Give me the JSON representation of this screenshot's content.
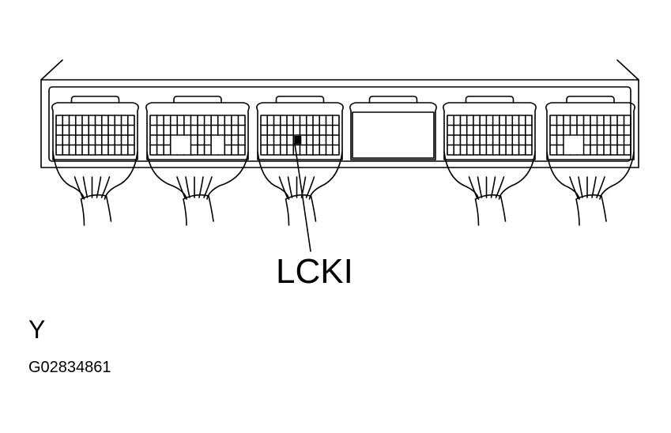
{
  "diagram": {
    "callout_label": "LCKI",
    "view_letter": "Y",
    "figure_code": "G02834861",
    "connectors": [
      {
        "id": "c1",
        "pins": true,
        "blanks": []
      },
      {
        "id": "c2",
        "pins": true,
        "blanks": [
          "pair-left",
          "pair-right"
        ]
      },
      {
        "id": "c3",
        "pins": true,
        "blanks": [],
        "highlighted_pin": true
      },
      {
        "id": "c4",
        "pins": false,
        "blanks": []
      },
      {
        "id": "c5",
        "pins": true,
        "blanks": []
      },
      {
        "id": "c6",
        "pins": true,
        "blanks": [
          "single"
        ]
      }
    ],
    "colors": {
      "line": "#000000",
      "background": "#ffffff"
    }
  }
}
